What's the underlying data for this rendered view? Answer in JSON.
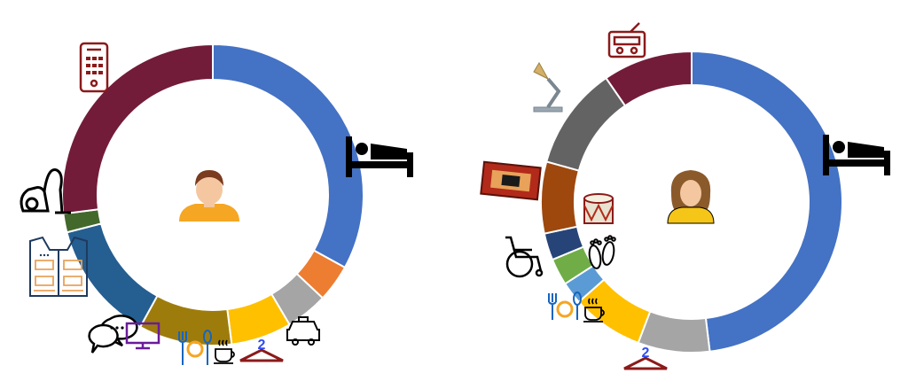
{
  "chart_data": [
    {
      "type": "pie",
      "title": "",
      "center_icon": "man-avatar-icon",
      "slices": [
        {
          "icon": "bed-icon",
          "value": 33.0,
          "color": "#4472C4"
        },
        {
          "icon": "taxi-icon",
          "value": 4.0,
          "color": "#ED7D31"
        },
        {
          "icon": "hanger-icon",
          "value": 4.5,
          "color": "#A5A5A5"
        },
        {
          "icon": "dining-icon",
          "value": 6.5,
          "color": "#FFC000"
        },
        {
          "icon": "chat-and-computer-icon",
          "value": 10.0,
          "color": "#9E7C0C"
        },
        {
          "icon": "vest-icon",
          "value": 13.0,
          "color": "#255E91"
        },
        {
          "icon": "vacuum-cleaner-icon",
          "value": 2.0,
          "color": "#43682B"
        },
        {
          "icon": "mobile-phone-icon",
          "value": 27.0,
          "color": "#721C3A"
        }
      ]
    },
    {
      "type": "pie",
      "title": "",
      "center_icon": "woman-avatar-icon",
      "slices": [
        {
          "icon": "bed-icon",
          "value": 50.0,
          "color": "#4472C4"
        },
        {
          "icon": "hanger-icon",
          "value": 8.0,
          "color": "#A5A5A5"
        },
        {
          "icon": "dining-icon",
          "value": 8.0,
          "color": "#FFC000"
        },
        {
          "icon": "footprints-icon",
          "value": 2.5,
          "color": "#5B9BD5"
        },
        {
          "icon": "wheelchair-icon",
          "value": 3.0,
          "color": "#70AD47"
        },
        {
          "icon": "wheelchair-icon-2",
          "value": 3.0,
          "color": "#264478"
        },
        {
          "icon": "carpet-and-drum-icon",
          "value": 8.0,
          "color": "#9E480E"
        },
        {
          "icon": "desk-lamp-icon",
          "value": 11.5,
          "color": "#636363"
        },
        {
          "icon": "radio-icon",
          "value": 10.0,
          "color": "#721C3A"
        }
      ]
    }
  ],
  "labels": {
    "hanger_number": "2"
  }
}
